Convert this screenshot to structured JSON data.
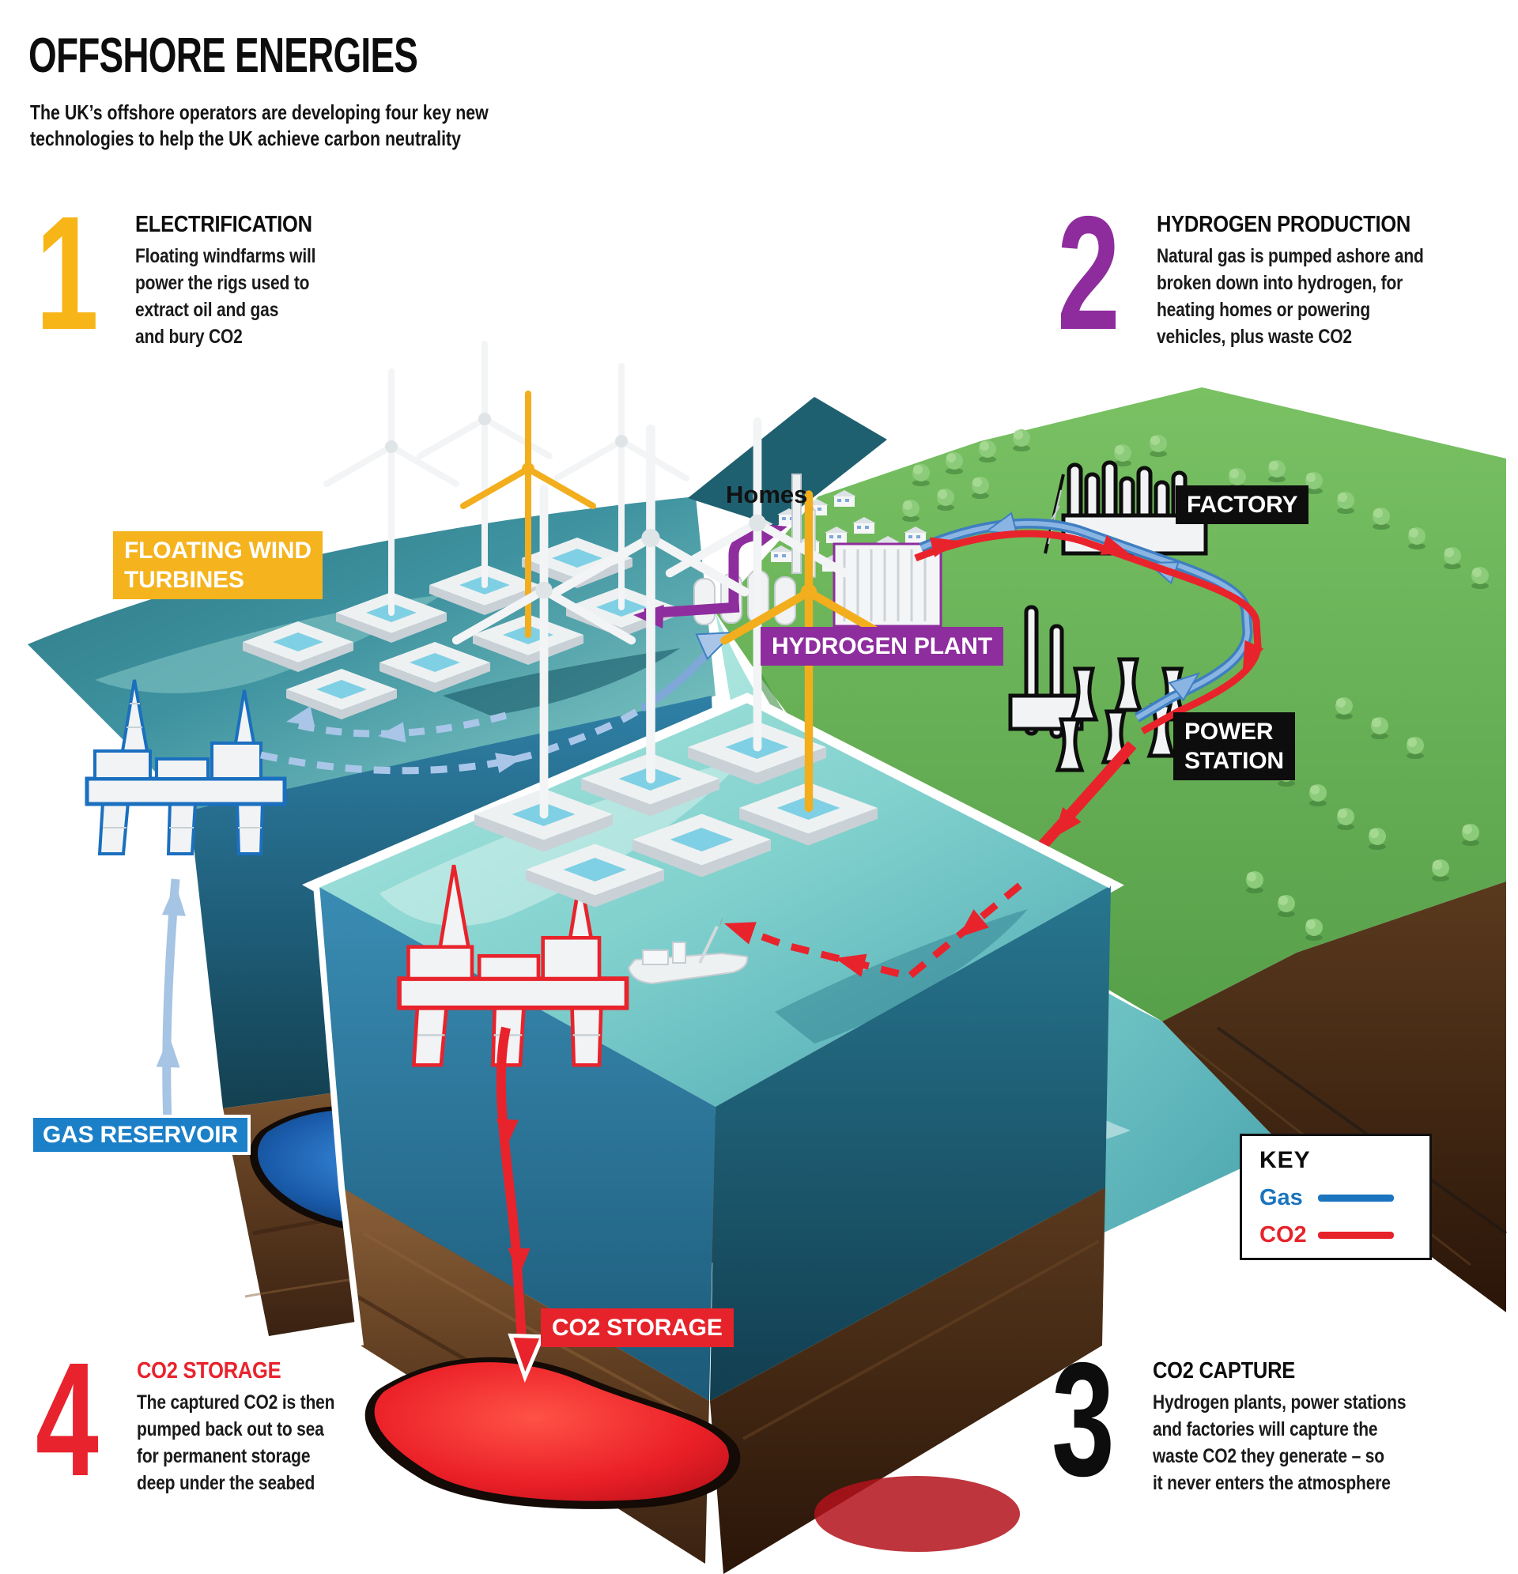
{
  "header": {
    "title": "OFFSHORE ENERGIES",
    "subtitle": "The UK’s offshore operators are developing four key new\ntechnologies to help the UK achieve carbon neutrality"
  },
  "steps": [
    {
      "number": "1",
      "color": "#F8B517",
      "heading": "ELECTRIFICATION",
      "heading_color": "#0d0d0d",
      "body": "Floating windfarms will\npower the rigs used to\nextract oil and gas\nand bury CO2"
    },
    {
      "number": "2",
      "color": "#8E2C9E",
      "heading": "HYDROGEN PRODUCTION",
      "heading_color": "#0d0d0d",
      "body": "Natural gas is pumped ashore and\nbroken down into hydrogen, for\nheating homes or powering\nvehicles, plus waste CO2"
    },
    {
      "number": "3",
      "color": "#0d0d0d",
      "heading": "CO2 CAPTURE",
      "heading_color": "#0d0d0d",
      "body": "Hydrogen plants, power stations\nand factories will capture the\nwaste CO2 they generate – so\nit never enters the atmosphere"
    },
    {
      "number": "4",
      "color": "#E8232D",
      "heading": "CO2 STORAGE",
      "heading_color": "#E8232D",
      "body": "The captured CO2 is then\npumped back out to sea\nfor permanent storage\ndeep under the seabed"
    }
  ],
  "labels": {
    "floating_wind_turbines": {
      "text": "FLOATING WIND\nTURBINES",
      "bg": "#F5B31E"
    },
    "homes": {
      "text": "Homes"
    },
    "factory": {
      "text": "FACTORY",
      "bg": "#0d0d0d"
    },
    "hydrogen_plant": {
      "text": "HYDROGEN PLANT",
      "bg": "#8E2D9E"
    },
    "power_station": {
      "text": "POWER\nSTATION",
      "bg": "#0d0d0d"
    },
    "gas_reservoir": {
      "text": "GAS RESERVOIR",
      "bg": "#1C80C8"
    },
    "co2_storage": {
      "text": "CO2 STORAGE",
      "bg": "#E6232B"
    }
  },
  "key": {
    "title": "KEY",
    "entries": [
      {
        "label": "Gas",
        "color": "#1B74BE"
      },
      {
        "label": "CO2",
        "color": "#E6232B"
      }
    ]
  }
}
